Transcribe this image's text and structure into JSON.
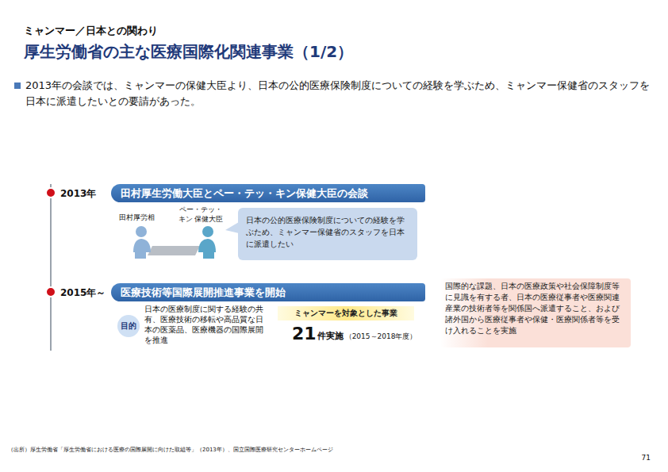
{
  "diagram": {
    "title": "厚生労働省の主な医療国際化関連事業（1/2）",
    "nodes": [
      {
        "text": [
          "田村厚生労働大臣とペー・テッ・キン保健大臣の会談"
        ]
      },
      {
        "text": [
          "日本の公的医療保険制度についての経験を学ぶため、ミャンマー保健省のスタッフを日本に派遣したい"
        ]
      },
      {
        "text": [
          "医療技術等国際展開推進事業を開始"
        ]
      },
      {
        "text": [
          "目的"
        ]
      },
      {
        "text": [
          "ミャンマーを対象とした事業"
        ]
      },
      {
        "text": [
          "国際的な課題、日本の医療政策や社会保障制度等に見識を有する者、日本の医療従事者や医療関連産業の技術者等を関係国へ派遣すること、および 諸外国から医療従事者や保健・医療関係者等を受け入れることを実施"
        ]
      }
    ],
    "labels": [
      "ミャンマー／日本との関わり",
      "2013年の会談では、ミャンマーの保健大臣より、日本の公的医療保険制度についての経験を学ぶため、ミャンマー保健省のスタッフを日本に派遣したいとの要請があった。",
      "2013年",
      "2015年～",
      "田村厚労相",
      "ペー・テッ・キン 保健大臣",
      "日本の医療制度に関する経験の共有、医療技術の移転や高品質な日本の医薬品、医療機器の国際展開を推進",
      "21",
      "件実施",
      "（2015～2018年度）",
      "（出所）厚生労働省「厚生労働省における医療の国際展開に向けた取組等」（2013年）、国立国際医療研究センターホームページ",
      "71"
    ]
  }
}
